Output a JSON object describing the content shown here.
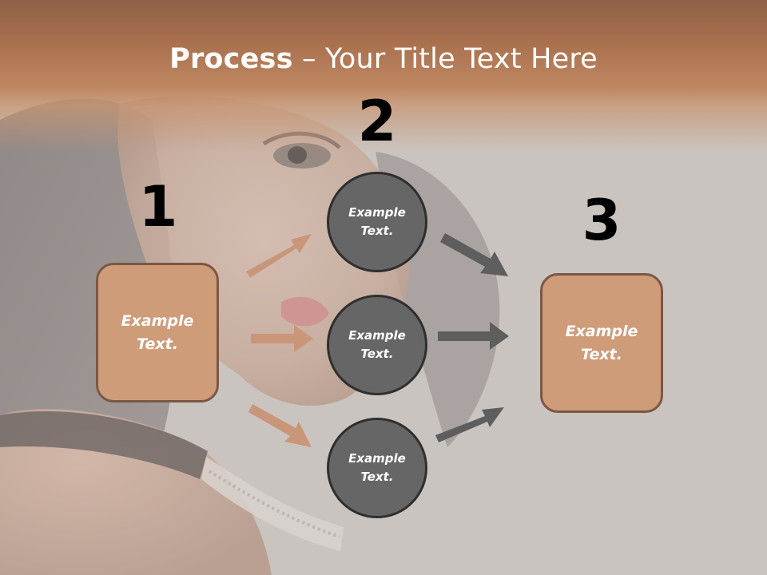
{
  "title": {
    "bold": "Process",
    "rest": " – Your Title Text Here"
  },
  "steps": [
    {
      "number": "1",
      "text": "Example Text."
    },
    {
      "number": "2",
      "items": [
        "Example Text.",
        "Example Text.",
        "Example Text."
      ]
    },
    {
      "number": "3",
      "text": "Example Text."
    }
  ],
  "colors": {
    "header": "#c08762",
    "box_fill": "#cf9c7a",
    "box_border": "#7a5845",
    "circle_fill": "#666666",
    "circle_border": "#2f2f2f",
    "left_arrows": "#c9967a",
    "right_arrows": "#5e5e5e"
  },
  "background": {
    "image_desc_icon": "woman-portrait-photo"
  }
}
